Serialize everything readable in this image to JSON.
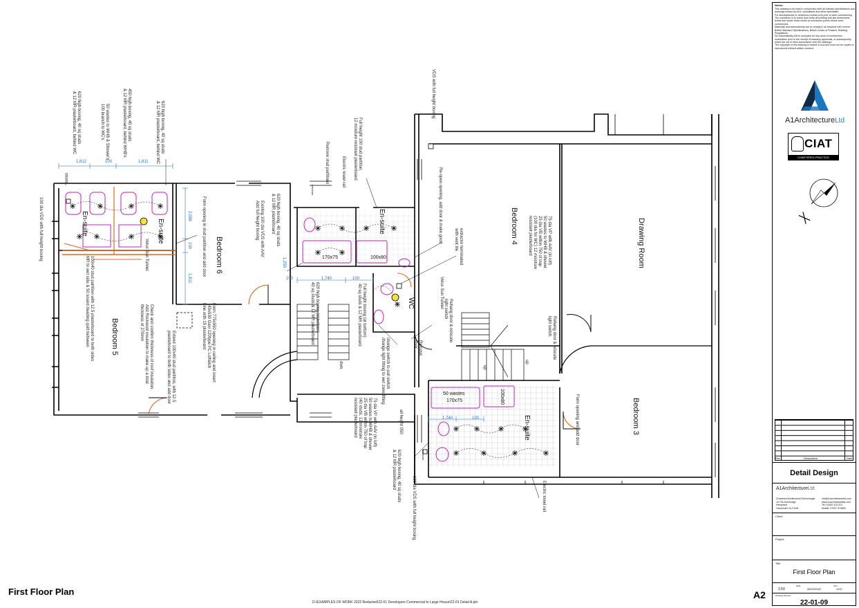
{
  "plan_title": "First Floor Plan",
  "sheet_size": "A2",
  "file_path": "D:\\EXAMPLES OF WORK 2022 Redacted\\22-01 Developers Commercial to Large House\\22-01 Detail A.pln",
  "rooms": {
    "bedroom_6": "Bedroom 6",
    "bedroom_5": "Bedroom 5",
    "bedroom_4": "Bedroom 4",
    "bedroom_3": "Bedroom 3",
    "drawing_room": "Drawing Room",
    "ensuite_left_1": "En-suite",
    "ensuite_left_2": "En-suite",
    "ensuite_mid": "En-suite",
    "ensuite_lower": "En-suite",
    "wc": "WC"
  },
  "notes": {
    "vds_left": "100 dia VDS with full height boxing",
    "left_top_1": "620 high boxing, 40 sq studs\n& 12 MR plasterboard, behind WC",
    "left_top_2": "50 wastes to WHB & Shower's\n100 branch to WC's",
    "left_top_3": "450 high boxing, 40 sq studs\n& 12 MR plasterboard, behind WHB's",
    "left_top_4": "620 high boxing, 40 sq studs\n& 12 MR plasterboard, behind WC",
    "form_opening": "Form opening in stud partition and add door",
    "existing_vds": "Existing 100 dia VDS with AAV.\nAdd full height boxing",
    "boxing_620_mid": "620 high boxing, 40 sq studs\n& 12 MR plasterboard",
    "velux_1": "Velux Sun Tunnel",
    "velux_2": "Velux Sun Tunnel",
    "form_ceiling": "Form 775x550 opening in ceiling and insert\n745x530 Gaxi 120type PC Loftlatch\nLine with 15 plasterboard",
    "check_confirm": "Check and confirm thickness of roof insulation.\nAdd Rockwool insulation to make up a total\nthickness of 270mm",
    "extend_stud": "Extend 100x40 stud partition, with 12.5\nplasterboard to both sides and add door",
    "stud_partition": "100x40 stud partition with 12.5 plasterboard to both sides\nMR to wet side & 50 sound deading quilt between",
    "full_height_stud": "Full height 100 stud partition,\n12 moisture resistant plasterboard",
    "electric_rail_1": "Electric towel rail",
    "remove_stud": "Remove stud partitions",
    "reopen": "Re-open opening, add door & make good",
    "vds_top": "VDS with full height boxing",
    "extractor": "extractor terminated\nwith vent tile",
    "vp_75_top": "75 dia VP with AAV (in loft)\n50 wastes to WHB & shower\n25 dia VB within 750 of trap\n(100 dia for WC) 12 moisture\nresistant plasterboard",
    "rehang_1": "Rehang door & relocate\nlight switch",
    "rehang_2": "Rehang door & relocate\nlight switch",
    "boxing_620_stair": "620 high boxing (at bottom)\n40 sq studs & 12 MR plasterboard",
    "full_height_boxing": "Full height boxing (at bottom)\n40 sq studs & 12 MR plasterboard",
    "change_switch": "change switch to pull switch\nchange light fitting to wet zone fitting",
    "vp_75_low": "75 dia VP with AAV (in loft)\n50 wastes to WHB & shower\n25 dia VB within 750 of trap\n(40 studs, 12 moisture\nresistant plasterboard",
    "all_height": "all height 050",
    "boxing_620_low": "620 high boxing, 40 sq studs\n& 12 MR plasterboard",
    "vds_low": "100 dia VDS with full height boxing",
    "electric_rail_2": "Electric towel rail",
    "form_opening_low": "Form opening and add door",
    "remove_door": "Remove\ndoor",
    "up_1": "up",
    "up_2": "up",
    "dwn": "dwn"
  },
  "fixtures": {
    "bath_1": "170x75",
    "bath_2": "170x75",
    "shower_1": "100x80",
    "shower_2": "100x80",
    "wastes": "50 wastes",
    "extractor_1": "extractor",
    "extractor_2": "extractor",
    "extractor_3": "extractor"
  },
  "dimensions": {
    "d1": "1,812",
    "d2": "100",
    "d3": "1,811",
    "d4": "2,088",
    "d5": "100",
    "d6": "1,811",
    "d7": "200",
    "d8": "1,740",
    "d9": "100",
    "d10": "1,740",
    "d11": "100",
    "d12": "1,250"
  },
  "title_block": {
    "notes_heading": "Notes:",
    "notes_text": "This drawing to be read in conjunction with all relevant specifications and drawings issued by A1A, consultants and other specialists.\nFor discrepancies or omissions contact A1A prior to work commencing.\nThe contractor is to check and verify all building and site dimensions, levels and sewer invert levels at connection points before work commences.\nMaterials and workmanship are to comply in all respects with current British Standard Specifications, British Codes of Practice, Building Regulations.\nNo responsibility will be accepted for any work of construction undertaken prior to the receipt of statutory approvals, or subsequently which are not in strict accordance with the drawings.\nThe copyright of this drawing is vested in A1A and must not be copied or reproduced without written consent.",
    "logo_main": "A1Architecture",
    "logo_ltd": "Ltd",
    "ciat": "CIAT",
    "ciat_sub": "CHARTERED PRACTICE",
    "rev_col_rev": "Rev",
    "rev_col_desc": "Description",
    "rev_col_date": "Date",
    "stage": "Detail Design",
    "company_logo": "A1Architecture",
    "company_logo_ltd": "Ltd",
    "company_address": "Chartered Architectural Technologist\n10 The Anchorage\nHempsted\nGloucester GL2 5JW",
    "company_contact": "info@a1architectureltd.com\nwww.a1architectureltd.com\nTel: 01452 413 210\nMobile: 07907 579853",
    "client_label": "Client",
    "project_label": "Project",
    "title_label": "Title",
    "drawing_title": "First Floor Plan",
    "scale": "1:50",
    "drawn_label": "Date",
    "date": "08/03/2022",
    "size_label": "Size",
    "size_value": "1247",
    "drawing_number_label": "Drawing Number",
    "drawing_number": "22-01-09"
  },
  "colors": {
    "walls": "#000000",
    "dimension": "#1f6fd1",
    "sanitary": "#c21fbf",
    "door_swing": "#e0661b",
    "brand_blue": "#1a78c2",
    "brand_dark": "#0f2a47"
  }
}
